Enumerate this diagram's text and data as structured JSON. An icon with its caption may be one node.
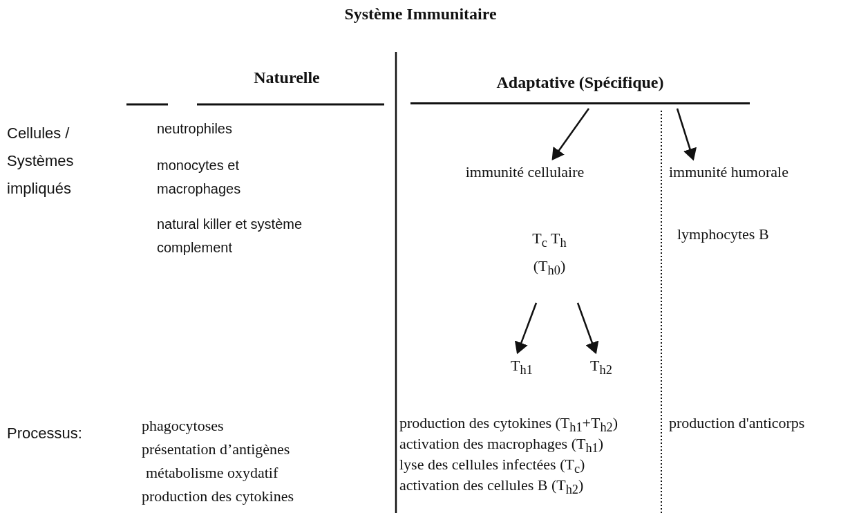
{
  "diagram": {
    "title": "Système Immunitaire",
    "nodes": [
      {
        "text": [
          "Adaptative (Spécifique)"
        ]
      },
      {
        "text": [
          "immunité cellulaire"
        ]
      },
      {
        "text": [
          "immunité humorale"
        ]
      },
      {
        "text": [
          "T$_{c}$ T$_{h}$ (T$_{h0}$)"
        ]
      },
      {
        "text": [
          "T$_{h1}$"
        ]
      },
      {
        "text": [
          "T$_{h2}$"
        ]
      }
    ],
    "edges": [
      {
        "from": 0,
        "to": 1,
        "arrow": "to"
      },
      {
        "from": 0,
        "to": 2,
        "arrow": "to"
      },
      {
        "from": 3,
        "to": 4,
        "arrow": "to"
      },
      {
        "from": 3,
        "to": 5,
        "arrow": "to"
      }
    ],
    "labels": [
      "Naturelle",
      "Cellules / Systèmes impliqués",
      "neutrophiles",
      "monocytes et macrophages",
      "natural killer et système complement",
      "lymphocytes B",
      "Processus:",
      "phagocytoses",
      "présentation d’antigènes",
      "métabolisme oxydatif",
      "production des cytokines",
      "production des cytokines (T$_{h1}$+T$_{h2}$)",
      "activation des macrophages (T$_{h1}$)",
      "lyse des cellules infectées (T$_{c}$)",
      "activation des cellules B (T$_{h2}$)",
      "production d'anticorps"
    ]
  }
}
